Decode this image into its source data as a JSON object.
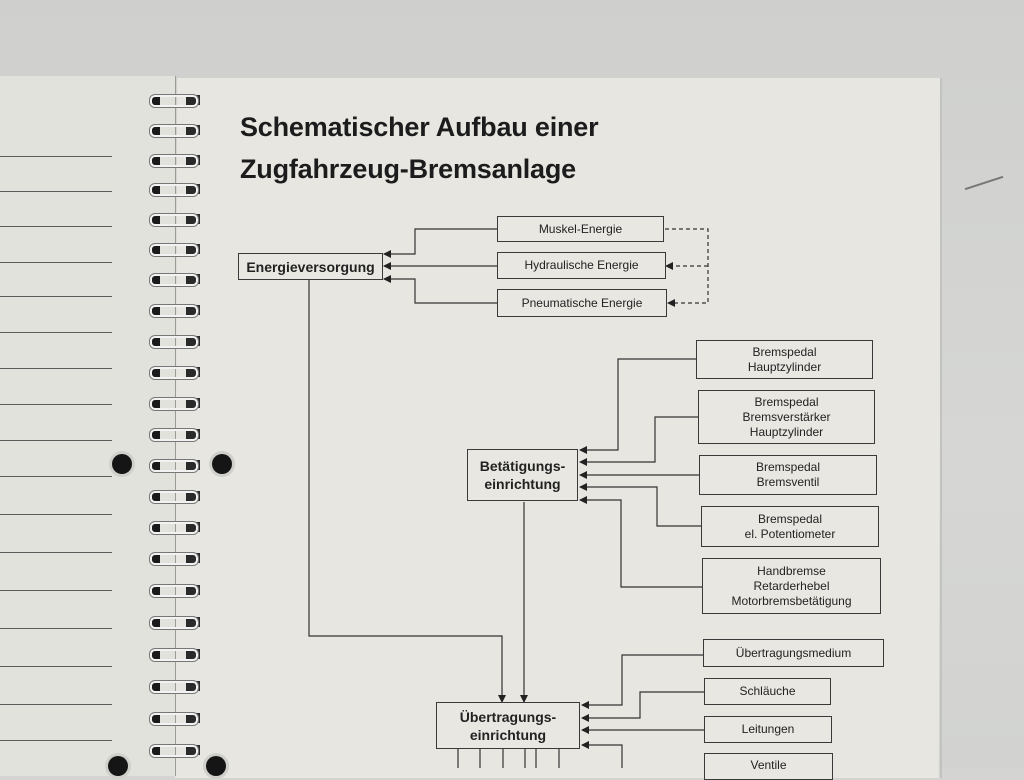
{
  "page": {
    "title_line1": "Schematischer Aufbau einer",
    "title_line2": "Zugfahrzeug-Bremsanlage"
  },
  "diagram": {
    "energy_supply": {
      "label": "Energieversorgung",
      "sources": [
        {
          "label": "Muskel-Energie"
        },
        {
          "label": "Hydraulische Energie"
        },
        {
          "label": "Pneumatische Energie"
        }
      ]
    },
    "actuation": {
      "label": "Betätigungs-\neinrichtung",
      "inputs": [
        {
          "label": "Bremspedal\nHauptzylinder"
        },
        {
          "label": "Bremspedal\nBremsverstärker\nHauptzylinder"
        },
        {
          "label": "Bremspedal\nBremsventil"
        },
        {
          "label": "Bremspedal\nel. Potentiometer"
        },
        {
          "label": "Handbremse\nRetarderhebel\nMotorbremsbetätigung"
        }
      ]
    },
    "transmission": {
      "label": "Übertragungs-\neinrichtung",
      "inputs": [
        {
          "label": "Übertragungsmedium"
        },
        {
          "label": "Schläuche"
        },
        {
          "label": "Leitungen"
        },
        {
          "label": "Ventile"
        }
      ]
    }
  },
  "colors": {
    "paper": "#e7e6e1",
    "ink": "#222222",
    "desk": "#d4d5d3"
  }
}
